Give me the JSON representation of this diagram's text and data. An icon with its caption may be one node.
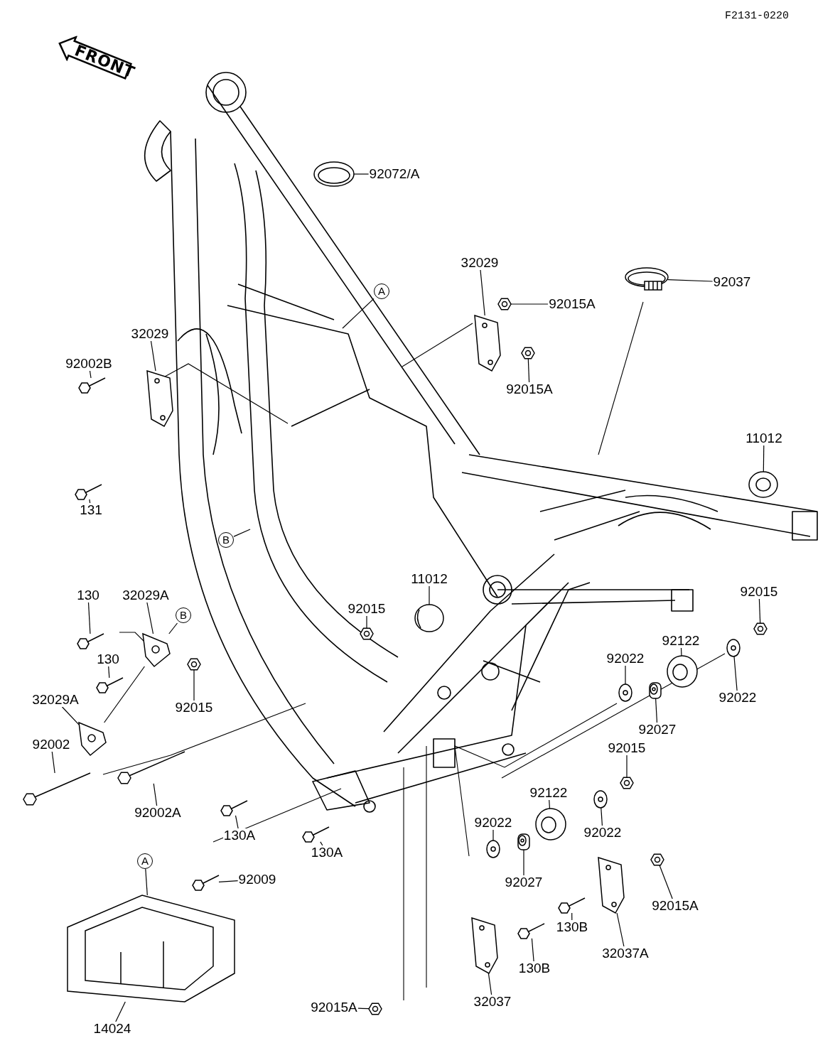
{
  "diagram": {
    "nodes": [
      {
        "text": [
          "92072/A"
        ]
      },
      {
        "text": [
          "32029"
        ]
      },
      {
        "text": [
          "92015A"
        ]
      },
      {
        "text": [
          "92015A"
        ]
      },
      {
        "text": [
          "92037"
        ]
      },
      {
        "text": [
          "A"
        ]
      },
      {
        "text": [
          "32029"
        ]
      },
      {
        "text": [
          "92002B"
        ]
      },
      {
        "text": [
          "131"
        ]
      },
      {
        "text": [
          "11012"
        ]
      },
      {
        "text": [
          "B"
        ]
      },
      {
        "text": [
          "11012"
        ]
      },
      {
        "text": [
          "130"
        ]
      },
      {
        "text": [
          "32029A"
        ]
      },
      {
        "text": [
          "B"
        ]
      },
      {
        "text": [
          "92015"
        ]
      },
      {
        "text": [
          "130"
        ]
      },
      {
        "text": [
          "92015"
        ]
      },
      {
        "text": [
          "32029A"
        ]
      },
      {
        "text": [
          "92002"
        ]
      },
      {
        "text": [
          "92002A"
        ]
      },
      {
        "text": [
          "130A"
        ]
      },
      {
        "text": [
          "130A"
        ]
      },
      {
        "text": [
          "92015"
        ]
      },
      {
        "text": [
          "92122"
        ]
      },
      {
        "text": [
          "92022"
        ]
      },
      {
        "text": [
          "92022"
        ]
      },
      {
        "text": [
          "92027"
        ]
      },
      {
        "text": [
          "92015"
        ]
      },
      {
        "text": [
          "92122"
        ]
      },
      {
        "text": [
          "92022"
        ]
      },
      {
        "text": [
          "92022"
        ]
      },
      {
        "text": [
          "92027"
        ]
      },
      {
        "text": [
          "A"
        ]
      },
      {
        "text": [
          "92009"
        ]
      },
      {
        "text": [
          "14024"
        ]
      },
      {
        "text": [
          "92015A"
        ]
      },
      {
        "text": [
          "32037A"
        ]
      },
      {
        "text": [
          "130B"
        ]
      },
      {
        "text": [
          "130B"
        ]
      },
      {
        "text": [
          "32037"
        ]
      },
      {
        "text": [
          "92015A"
        ]
      },
      {
        "text": [],
        "shape": "picture"
      },
      {
        "text": [],
        "shape": "picture"
      },
      {
        "text": [],
        "shape": "picture"
      },
      {
        "text": [],
        "shape": "picture"
      },
      {
        "text": [],
        "shape": "picture"
      },
      {
        "text": [],
        "shape": "picture"
      },
      {
        "text": [],
        "shape": "picture"
      },
      {
        "text": [],
        "shape": "picture"
      },
      {
        "text": [],
        "shape": "picture"
      },
      {
        "text": [],
        "shape": "picture"
      },
      {
        "text": [],
        "shape": "picture"
      },
      {
        "text": [],
        "shape": "picture"
      },
      {
        "text": [],
        "shape": "picture"
      },
      {
        "text": [],
        "shape": "picture"
      },
      {
        "text": [],
        "shape": "picture"
      },
      {
        "text": [],
        "shape": "picture"
      },
      {
        "text": [],
        "shape": "picture"
      },
      {
        "text": [],
        "shape": "picture"
      },
      {
        "text": [],
        "shape": "picture"
      },
      {
        "text": [],
        "shape": "picture"
      },
      {
        "text": [],
        "shape": "picture"
      },
      {
        "text": [],
        "shape": "picture"
      },
      {
        "text": [],
        "shape": "picture"
      },
      {
        "text": [],
        "shape": "picture"
      },
      {
        "text": [],
        "shape": "picture"
      },
      {
        "text": [],
        "shape": "picture"
      },
      {
        "text": [],
        "shape": "picture"
      },
      {
        "text": [],
        "shape": "picture"
      },
      {
        "text": [],
        "shape": "picture"
      },
      {
        "text": [],
        "shape": "picture"
      },
      {
        "text": [],
        "shape": "picture"
      },
      {
        "text": [],
        "shape": "picture"
      },
      {
        "text": [],
        "shape": "picture"
      },
      {
        "text": [],
        "shape": "picture"
      },
      {
        "text": [],
        "shape": "picture"
      },
      {
        "text": [],
        "shape": "picture"
      },
      {
        "text": [],
        "shape": "picture"
      },
      {
        "text": [],
        "shape": "picture"
      }
    ],
    "edges": [
      {
        "from": 0,
        "to": 42,
        "arrow": "none"
      },
      {
        "from": 1,
        "to": 43,
        "arrow": "none"
      },
      {
        "from": 2,
        "to": 44,
        "arrow": "none"
      },
      {
        "from": 3,
        "to": 45,
        "arrow": "none"
      },
      {
        "from": 4,
        "to": 46,
        "arrow": "none"
      },
      {
        "from": 5,
        "to": null,
        "arrow": "none"
      },
      {
        "from": 6,
        "to": 47,
        "arrow": "none"
      },
      {
        "from": 7,
        "to": 48,
        "arrow": "none"
      },
      {
        "from": 8,
        "to": 49,
        "arrow": "none"
      },
      {
        "from": 9,
        "to": 50,
        "arrow": "none"
      },
      {
        "from": 10,
        "to": null,
        "arrow": "none"
      },
      {
        "from": 11,
        "to": 51,
        "arrow": "none"
      },
      {
        "from": 12,
        "to": 52,
        "arrow": "none"
      },
      {
        "from": 13,
        "to": 53,
        "arrow": "none"
      },
      {
        "from": 14,
        "to": 53,
        "arrow": "none"
      },
      {
        "from": 15,
        "to": 54,
        "arrow": "none"
      },
      {
        "from": 16,
        "to": 55,
        "arrow": "none"
      },
      {
        "from": 17,
        "to": 56,
        "arrow": "none"
      },
      {
        "from": 18,
        "to": 57,
        "arrow": "none"
      },
      {
        "from": 19,
        "to": 58,
        "arrow": "none"
      },
      {
        "from": 20,
        "to": 59,
        "arrow": "none"
      },
      {
        "from": 21,
        "to": 60,
        "arrow": "none"
      },
      {
        "from": 22,
        "to": 61,
        "arrow": "none"
      },
      {
        "from": 23,
        "to": 62,
        "arrow": "none"
      },
      {
        "from": 24,
        "to": 63,
        "arrow": "none"
      },
      {
        "from": 25,
        "to": 64,
        "arrow": "none"
      },
      {
        "from": 26,
        "to": 65,
        "arrow": "none"
      },
      {
        "from": 27,
        "to": 66,
        "arrow": "none"
      },
      {
        "from": 28,
        "to": 67,
        "arrow": "none"
      },
      {
        "from": 29,
        "to": 68,
        "arrow": "none"
      },
      {
        "from": 30,
        "to": 69,
        "arrow": "none"
      },
      {
        "from": 31,
        "to": 70,
        "arrow": "none"
      },
      {
        "from": 32,
        "to": 71,
        "arrow": "none"
      },
      {
        "from": 33,
        "to": 73,
        "arrow": "none"
      },
      {
        "from": 34,
        "to": 72,
        "arrow": "none"
      },
      {
        "from": 35,
        "to": 73,
        "arrow": "none"
      },
      {
        "from": 36,
        "to": 74,
        "arrow": "none"
      },
      {
        "from": 37,
        "to": 75,
        "arrow": "none"
      },
      {
        "from": 38,
        "to": 76,
        "arrow": "none"
      },
      {
        "from": 39,
        "to": 77,
        "arrow": "none"
      },
      {
        "from": 40,
        "to": 78,
        "arrow": "none"
      },
      {
        "from": 41,
        "to": 79,
        "arrow": "none"
      },
      {
        "from": 57,
        "to": 53,
        "arrow": "none"
      }
    ],
    "labels": [
      "F2131-0220",
      "FRONT"
    ]
  }
}
